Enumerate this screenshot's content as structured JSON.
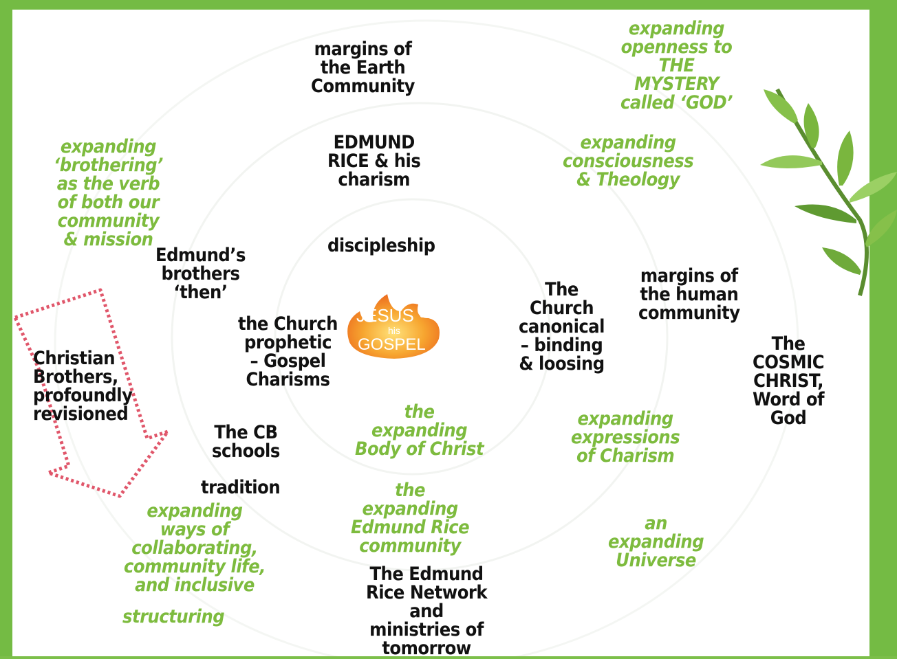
{
  "center": {
    "line1": "JESUS",
    "amp": "&",
    "line2": "his",
    "line3": "GOSPEL"
  },
  "labels": {
    "margins_earth": "margins of\nthe Earth\nCommunity",
    "edmund_rice": "EDMUND\nRICE & his\ncharism",
    "discipleship": "discipleship",
    "edmunds_brothers": "Edmund’s\nbrothers\n‘then’",
    "church_prophetic": "the Church\nprophetic\n– Gospel\nCharisms",
    "church_canonical": "The\nChurch\ncanonical\n– binding\n& loosing",
    "margins_human": "margins of\nthe human\ncommunity",
    "cosmic_christ": "The\nCOSMIC\nCHRIST,\nWord of\nGod",
    "christian_brothers": "Christian\nBrothers,\nprofoundly\nrevisioned",
    "cb_schools": "The CB\nschools",
    "tradition": "tradition",
    "network": "The Edmund\nRice Network\nand\nministries of\ntomorrow",
    "expanding_openness": "expanding\nopenness to\nTHE\nMYSTERY\ncalled ‘GOD’",
    "expanding_consciousness": "expanding\nconsciousness\n& Theology",
    "expanding_brothering": "expanding\n‘brothering’\nas the verb\nof both our\ncommunity\n& mission",
    "body_of_christ": "the\nexpanding\nBody of Christ",
    "expressions_charism": "expanding\nexpressions\nof Charism",
    "edmund_rice_community": "the\nexpanding\nEdmund Rice\ncommunity",
    "expanding_universe": "an\nexpanding\nUniverse",
    "collaborating": "expanding\nways of\ncollaborating,\ncommunity life,\nand inclusive",
    "structuring": "structuring"
  },
  "colors": {
    "green_text": "#7dbb3e",
    "black_text": "#111111",
    "frame_green": "#74bb44",
    "arrow_red": "#e0566a",
    "flame_orange": "#f39a2b"
  },
  "icons": {
    "arrow": "dotted-down-arrow-icon",
    "leaves": "leaf-branch-icon",
    "flame": "flame-icon"
  }
}
